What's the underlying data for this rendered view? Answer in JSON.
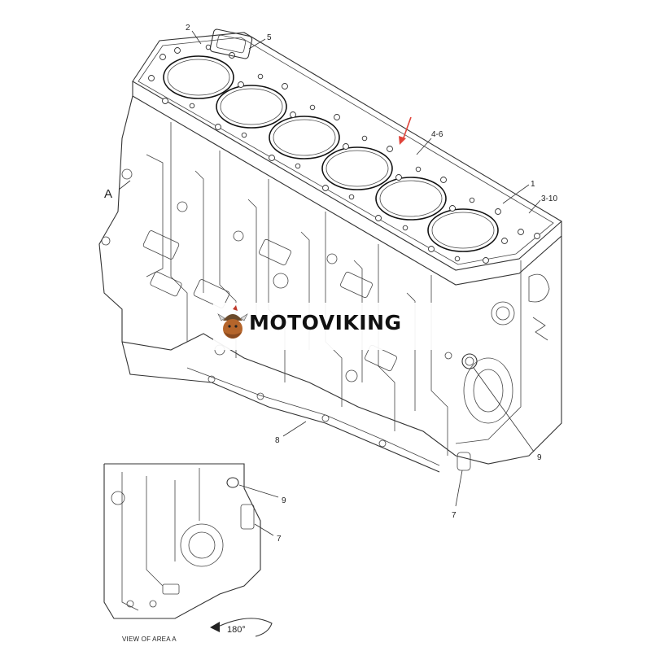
{
  "callouts": {
    "c2": "2",
    "c5": "5",
    "c4_6": "4-6",
    "c1": "1",
    "c3_10": "3-10",
    "cA": "A",
    "c8": "8",
    "c9_main": "9",
    "c7_main": "7",
    "c9_inset": "9",
    "c7_inset": "7"
  },
  "inset": {
    "caption": "VIEW OF AREA A",
    "rotation": "180°"
  },
  "watermark": {
    "text": "MOTOVIKING"
  },
  "colors": {
    "accent_arrow": "#e0443a",
    "line": "#333333"
  }
}
